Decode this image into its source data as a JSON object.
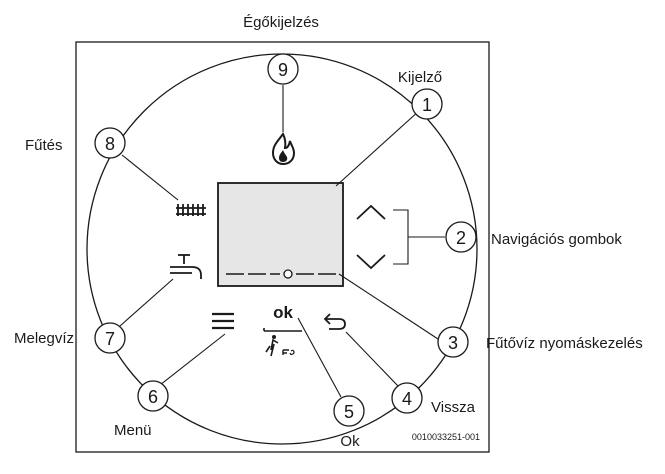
{
  "labels": {
    "burner": "Égőkijelzés",
    "display": "Kijelző",
    "heating": "Fűtés",
    "navigation": "Navigációs gombok",
    "hotwater": "Melegvíz",
    "pressure": "Fűtővíz nyomáskezelés",
    "menu": "Menü",
    "ok_label": "Ok",
    "back": "Vissza"
  },
  "callouts": {
    "n1": "1",
    "n2": "2",
    "n3": "3",
    "n4": "4",
    "n5": "5",
    "n6": "6",
    "n7": "7",
    "n8": "8",
    "n9": "9"
  },
  "ok_button_text": "ok",
  "figure_id": "0010033251-001",
  "icons": {
    "burner": "flame-icon",
    "heating": "radiator-icon",
    "hotwater": "faucet-icon",
    "menu": "menu-lines-icon",
    "ok": "ok-pressure-icon",
    "back": "back-arrow-icon",
    "nav_up": "chevron-up-icon",
    "nav_down": "chevron-down-icon"
  },
  "colors": {
    "line": "#1a1a1a",
    "background": "#ffffff",
    "display_fill": "#e6e6e6"
  }
}
